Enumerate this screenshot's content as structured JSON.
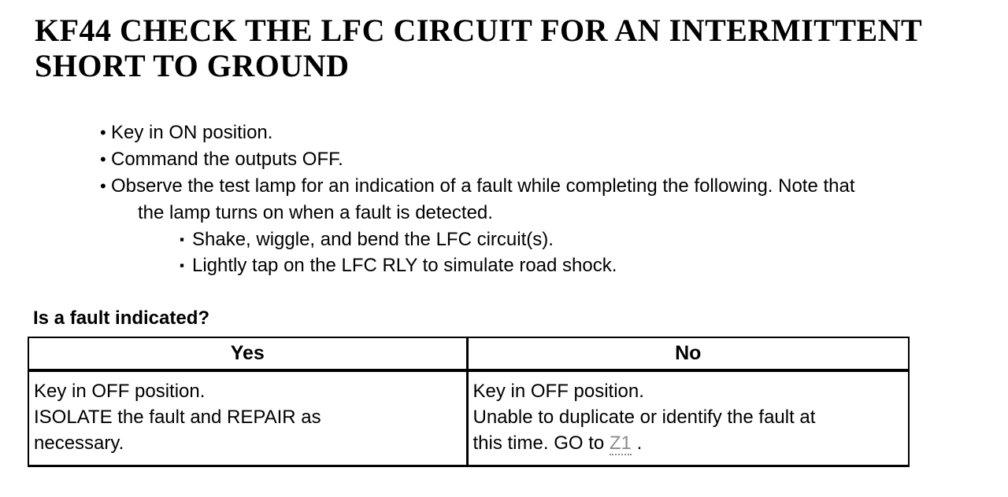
{
  "document": {
    "title": "KF44 CHECK THE LFC CIRCUIT FOR AN INTERMITTENT SHORT TO GROUND",
    "instructions": {
      "bullet1": "Key in ON position.",
      "bullet2": "Command the outputs OFF.",
      "bullet3_line1": "Observe the test lamp for an indication of a fault while completing the following. Note that",
      "bullet3_line2": "the lamp turns on when a fault is detected.",
      "sub_bullet1": "Shake, wiggle, and bend the LFC circuit(s).",
      "sub_bullet2": "Lightly tap on the LFC RLY to simulate road shock."
    },
    "question": "Is a fault indicated?",
    "decision_table": {
      "yes_header": "Yes",
      "no_header": "No",
      "yes_line1": "Key in OFF position.",
      "yes_line2": "ISOLATE the fault and REPAIR as",
      "yes_line3": "necessary.",
      "no_line1": "Key in OFF position.",
      "no_line2": "Unable to duplicate or identify the fault at",
      "no_line3_before_link": "this time. GO to ",
      "no_line3_link": "Z1",
      "no_line3_after_link": " ."
    },
    "icons": {
      "bullet_glyph": "•",
      "sub_bullet_glyph": "▪"
    },
    "colors": {
      "text": "#000000",
      "background": "#ffffff",
      "link": "#8c8c8c"
    }
  }
}
